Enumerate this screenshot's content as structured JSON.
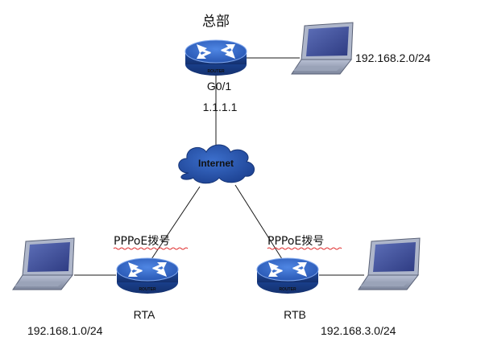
{
  "colors": {
    "router_top": "#2f66c8",
    "router_side": "#1a3f8c",
    "router_rim": "#6f9ae6",
    "cloud": "#2350a8",
    "link": "#1a1a1a",
    "squiggle": "#e03030"
  },
  "hq": {
    "name": "总部",
    "interface": "G0/1",
    "ip": "1.1.1.1",
    "lan": "192.168.2.0/24",
    "router_caption": "ROUTER"
  },
  "internet": {
    "label": "Internet"
  },
  "rta": {
    "name": "RTA",
    "dial": "PPPoE拨号",
    "lan": "192.168.1.0/24",
    "router_caption": "ROUTER"
  },
  "rtb": {
    "name": "RTB",
    "dial": "PPPoE拨号",
    "lan": "192.168.3.0/24",
    "router_caption": "ROUTER"
  },
  "icons": {
    "router": "router-icon",
    "laptop": "laptop-icon",
    "cloud": "cloud-icon"
  }
}
